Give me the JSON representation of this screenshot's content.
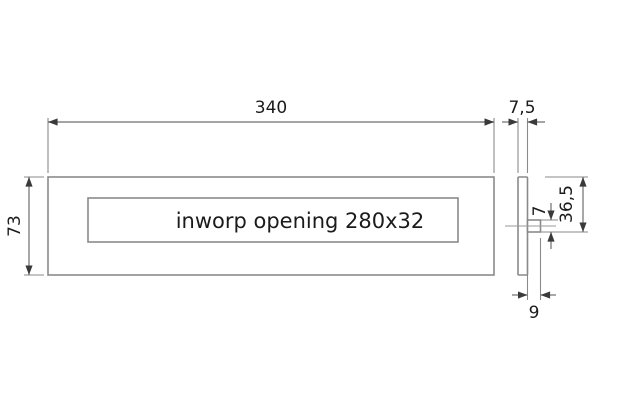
{
  "drawing": {
    "title": "letterbox-plate-technical-drawing",
    "label_main": "inworp opening 280x32",
    "dimensions": {
      "width_overall": "340",
      "height_overall": "73",
      "plate_thickness": "7,5",
      "tab_depth": "9",
      "tab_center_height": "36,5",
      "tab_height": "7"
    },
    "colors": {
      "outline": "#8a8a8a",
      "dimline": "#6e6e6e",
      "text": "#1b1b1b",
      "background": "#ffffff"
    }
  }
}
